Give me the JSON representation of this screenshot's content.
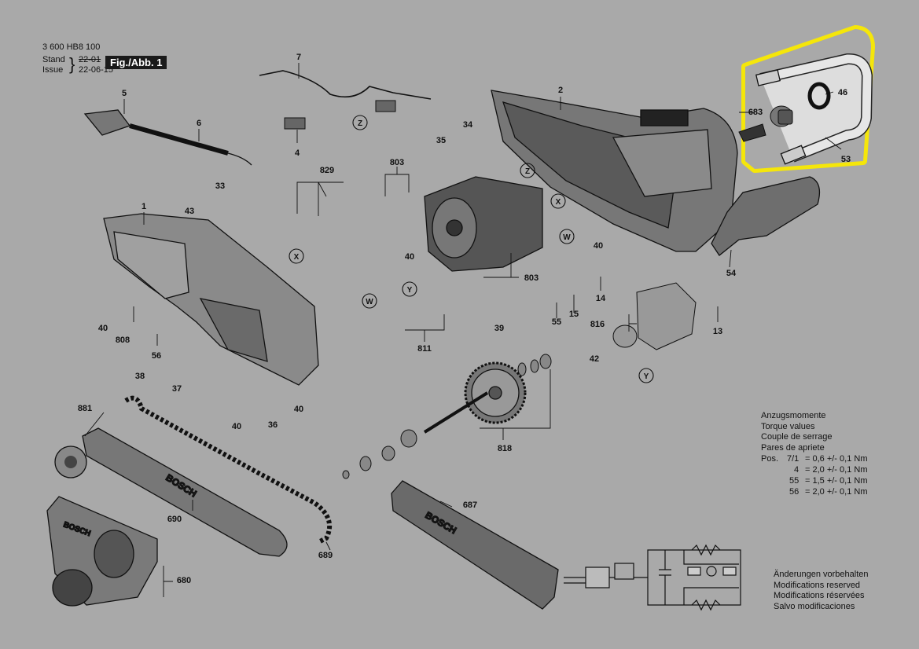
{
  "header": {
    "part_number": "3 600 HB8 100",
    "stand_label": "Stand",
    "issue_label": "Issue",
    "old_date": "22-01",
    "new_date": "22-06-15",
    "figure_label": "Fig./Abb. 1"
  },
  "callouts": [
    "1",
    "2",
    "4",
    "5",
    "6",
    "7",
    "13",
    "14",
    "15",
    "33",
    "34",
    "35",
    "36",
    "37",
    "38",
    "39",
    "40",
    "42",
    "43",
    "46",
    "53",
    "54",
    "55",
    "56",
    "680",
    "683",
    "687",
    "689",
    "690",
    "803",
    "808",
    "811",
    "816",
    "818",
    "829",
    "881"
  ],
  "connector_markers": [
    "X",
    "Y",
    "Z",
    "W"
  ],
  "brand_text": "BOSCH",
  "highlight_color": "#f5e60a",
  "torque": {
    "title_lines": [
      "Anzugsmomente",
      "Torque values",
      "Couple de serrage",
      "Pares de apriete"
    ],
    "pos_label": "Pos.",
    "rows": [
      {
        "pos": "7/1",
        "value": "= 0,6 +/- 0,1 Nm"
      },
      {
        "pos": "4",
        "value": "= 2,0 +/- 0,1 Nm"
      },
      {
        "pos": "55",
        "value": "= 1,5 +/- 0,1 Nm"
      },
      {
        "pos": "56",
        "value": "= 2,0 +/- 0,1 Nm"
      }
    ]
  },
  "modifications": [
    "Änderungen vorbehalten",
    "Modifications reserved",
    "Modifications réservées",
    "Salvo modificaciones"
  ]
}
